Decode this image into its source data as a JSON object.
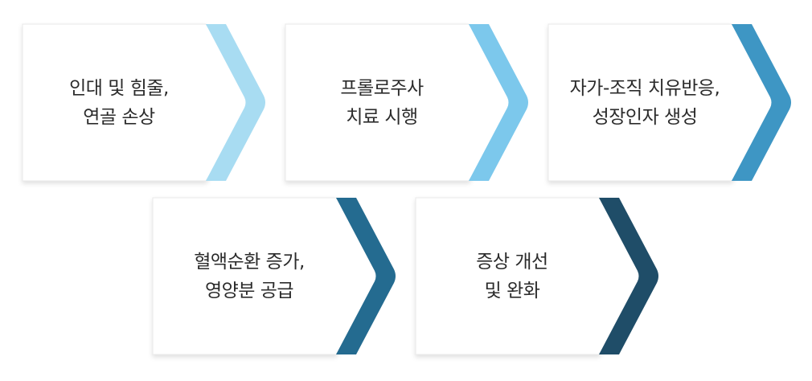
{
  "steps": [
    {
      "lines": [
        "인대 및 힘줄,",
        "연골 손상"
      ],
      "color": "#a8dcf2"
    },
    {
      "lines": [
        "프롤로주사",
        "치료 시행"
      ],
      "color": "#7cc8ec"
    },
    {
      "lines": [
        "자가-조직 치유반응,",
        "성장인자 생성"
      ],
      "color": "#3e96c4"
    },
    {
      "lines": [
        "혈액순환 증가,",
        "영양분 공급"
      ],
      "color": "#246b90"
    },
    {
      "lines": [
        "증상 개선",
        "및 완화"
      ],
      "color": "#1f4d68"
    }
  ]
}
